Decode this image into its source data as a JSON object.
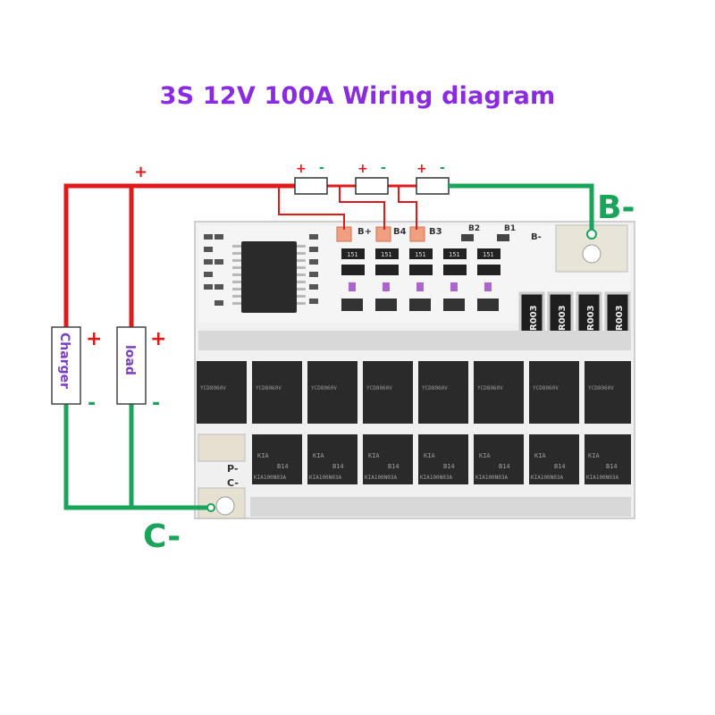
{
  "title": "3S 12V 100A Wiring diagram",
  "terminals": {
    "b_minus": "B-",
    "c_minus": "C-",
    "plus": "+",
    "minus": "-"
  },
  "devices": {
    "charger": "Charger",
    "load": "load"
  },
  "board_labels": {
    "b_plus": "B+",
    "b4": "B4",
    "b3": "B3",
    "b2": "B2",
    "b1": "B1",
    "b_minus_pad": "B-",
    "p_minus": "P-",
    "c_minus_pad": "C-"
  },
  "components": {
    "shunt_marking": "R003",
    "smd_marking": "151",
    "mosfet_top_marking": "YCD8060V",
    "mosfet_bottom_line1": "KIA",
    "mosfet_bottom_line2": "B14",
    "mosfet_bottom_line3": "KIA100N03A"
  },
  "colors": {
    "title": "#8a2be2",
    "positive_wire": "#e0191b",
    "negative_wire": "#1aa35a",
    "board": "#f2f2f2"
  }
}
